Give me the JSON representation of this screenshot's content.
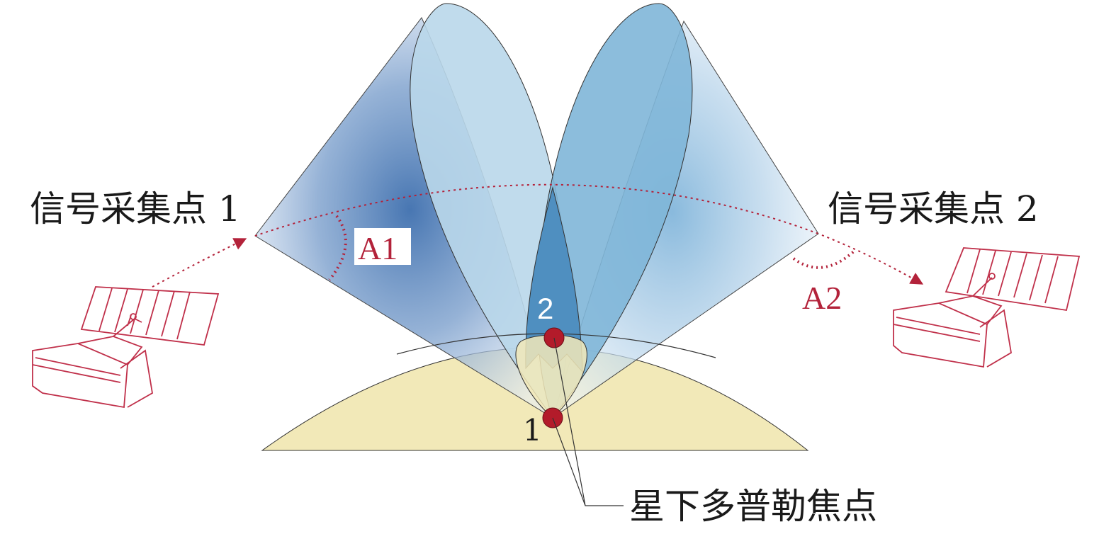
{
  "labels": {
    "point1": "信号采集点 1",
    "point2": "信号采集点 2",
    "angle1": "A1",
    "angle2": "A2",
    "focus1": "1",
    "focus2": "2",
    "doppler": "星下多普勒焦点"
  },
  "colors": {
    "ground": "#f2e9b8",
    "cone_deep": "#4f7fb7",
    "cone_light": "#c9def0",
    "lobe_left": "#b9d7ea",
    "lobe_right": "#7fb6d8",
    "overlap": "#4f8fc0",
    "track": "#b3223a",
    "focus_dot": "#b31b2a",
    "satellite": "#c0304a"
  },
  "icons": {
    "satellite_left": "satellite-icon",
    "satellite_right": "satellite-icon"
  }
}
